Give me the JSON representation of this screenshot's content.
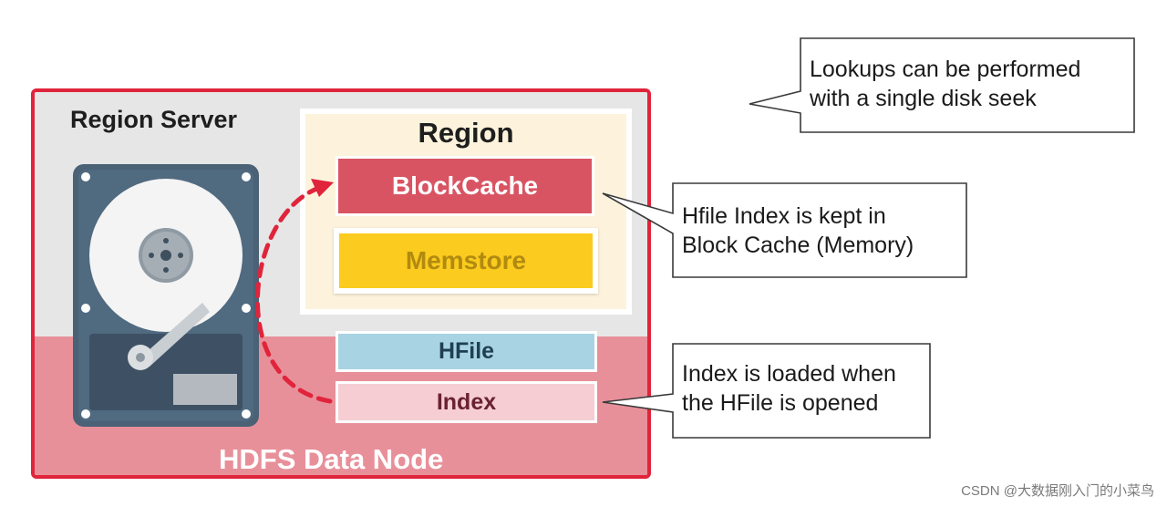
{
  "labels": {
    "region_server": "Region Server",
    "region": "Region",
    "blockcache": "BlockCache",
    "memstore": "Memstore",
    "hfile": "HFile",
    "index": "Index",
    "hdfs_data_node": "HDFS Data Node"
  },
  "callouts": {
    "lookups": [
      "Lookups can be performed",
      "with a single disk seek"
    ],
    "hfile_index": [
      "Hfile Index is kept in",
      "Block Cache (Memory)"
    ],
    "index_loaded": [
      "Index is loaded when",
      "the HFile is opened"
    ]
  },
  "watermark": "CSDN @大数据刚入门的小菜鸟",
  "colors": {
    "frame_border": "#e0243b",
    "region_bg": "#fdf3dc",
    "blockcache": "#d95463",
    "memstore": "#fbcb1f",
    "hfile": "#a8d3e3",
    "index": "#f6cdd3",
    "hdfs_band": "#e8909a",
    "arrow": "#e0243b"
  },
  "icons": {
    "hard_drive": "hard-drive-icon",
    "arrow": "dashed-curved-arrow"
  }
}
